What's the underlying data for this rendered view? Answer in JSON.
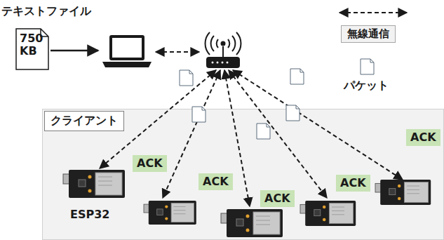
{
  "diagram": {
    "nodes": [
      {
        "text": [
          "750 KB"
        ]
      },
      {
        "text": [
          "クライアント"
        ]
      },
      {
        "text": [
          "ACK"
        ],
        "in": 1
      },
      {
        "text": [
          "ACK"
        ],
        "in": 1
      },
      {
        "text": [
          "ACK"
        ],
        "in": 1
      },
      {
        "text": [
          "ACK"
        ],
        "in": 1
      },
      {
        "text": [
          "ACK"
        ],
        "in": 1
      }
    ],
    "labels": [
      "テキストファイル",
      "パケット",
      "ESP32"
    ],
    "legend": [
      {
        "text": "無線通信"
      }
    ]
  }
}
